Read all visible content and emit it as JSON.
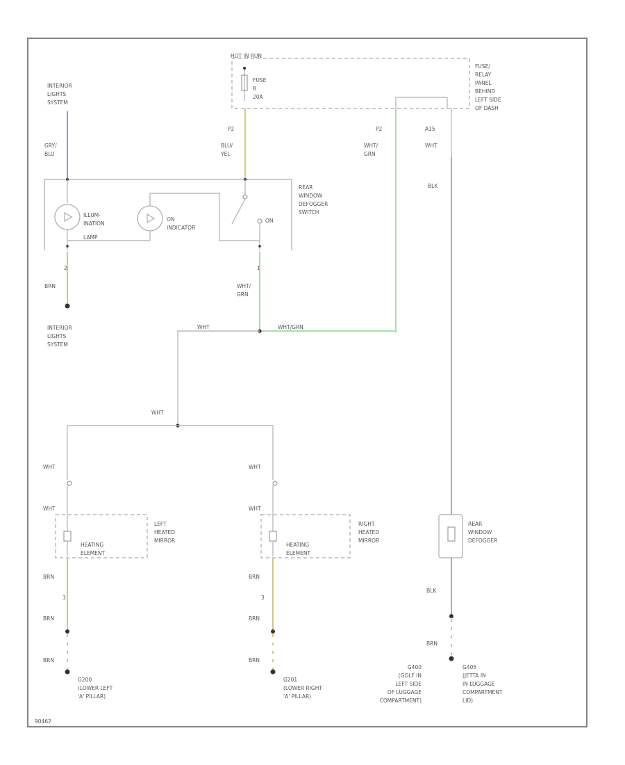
{
  "labels": {
    "hot_in_run": "HOT IN RUN",
    "fuse": "FUSE",
    "fuse_no": "8",
    "fuse_amp": "20A",
    "fuse_block": [
      "FUSE/",
      "RELAY",
      "PANEL",
      "BEHIND",
      "LEFT SIDE",
      "OF DASH"
    ],
    "interior_lights_system_top": [
      "INTERIOR",
      "LIGHTS",
      "SYSTEM"
    ],
    "interior_lights_system_bottom": [
      "INTERIOR",
      "LIGHTS",
      "SYSTEM"
    ],
    "switch_name": [
      "REAR",
      "WINDOW",
      "DEFOGGER",
      "SWITCH"
    ],
    "illum_lamp": [
      "ILLUM-",
      "INATION",
      "LAMP"
    ],
    "on_indicator": [
      "ON",
      "INDICATOR"
    ],
    "on": "ON",
    "conn_p2_a": "P2",
    "conn_p2_b": "P2",
    "conn_a15": "A15",
    "pin_2": "2",
    "pin_1": "1",
    "left_mirror": [
      "LEFT",
      "HEATED",
      "MIRROR"
    ],
    "right_mirror": [
      "RIGHT",
      "HEATED",
      "MIRROR"
    ],
    "heating_element_left": [
      "HEATING",
      "ELEMENT"
    ],
    "heating_element_right": [
      "HEATING",
      "ELEMENT"
    ],
    "pin_3_left": "3",
    "pin_3_right": "3",
    "rear_defogger": [
      "REAR",
      "WINDOW",
      "DEFOGGER"
    ],
    "g200": [
      "G200",
      "(LOWER LEFT",
      "'A' PILLAR)"
    ],
    "g201": [
      "G201",
      "(LOWER RIGHT",
      "'A' PILLAR)"
    ],
    "g400": [
      "G400",
      "(GOLF IN",
      "LEFT SIDE",
      "OF LUGGAGE",
      "COMPARTMENT)"
    ],
    "g405": [
      "G405",
      "(JETTA IN",
      "IN LUGGAGE",
      "COMPARTMENT",
      "LID)"
    ],
    "figure_id": "90462"
  },
  "wires": {
    "gry_blu": [
      "GRY/",
      "BLU"
    ],
    "blu_yel": [
      "BLU/",
      "YEL"
    ],
    "wht_grn_top": [
      "WHT/",
      "GRN"
    ],
    "wht_top": "WHT",
    "blk_top": "BLK",
    "brn_left": "BRN",
    "wht_grn_mid": [
      "WHT/",
      "GRN"
    ],
    "wht_junction_left": "WHT",
    "wht_grn_horiz": "WHT/GRN",
    "wht_drop": "WHT",
    "wht_lm_1": "WHT",
    "wht_lm_2": "WHT",
    "wht_rm_1": "WHT",
    "wht_rm_2": "WHT",
    "brn_lm_1": "BRN",
    "brn_lm_2": "BRN",
    "brn_lm_3": "BRN",
    "brn_rm_1": "BRN",
    "brn_rm_2": "BRN",
    "brn_rm_3": "BRN",
    "blk_defog": "BLK",
    "brn_defog": "BRN"
  },
  "colors": {
    "blue_wire": "#7b7bdc",
    "yellow_wire": "#d4c24a",
    "green_wire": "#8ed68e",
    "tan_wire": "#cdb36a"
  }
}
